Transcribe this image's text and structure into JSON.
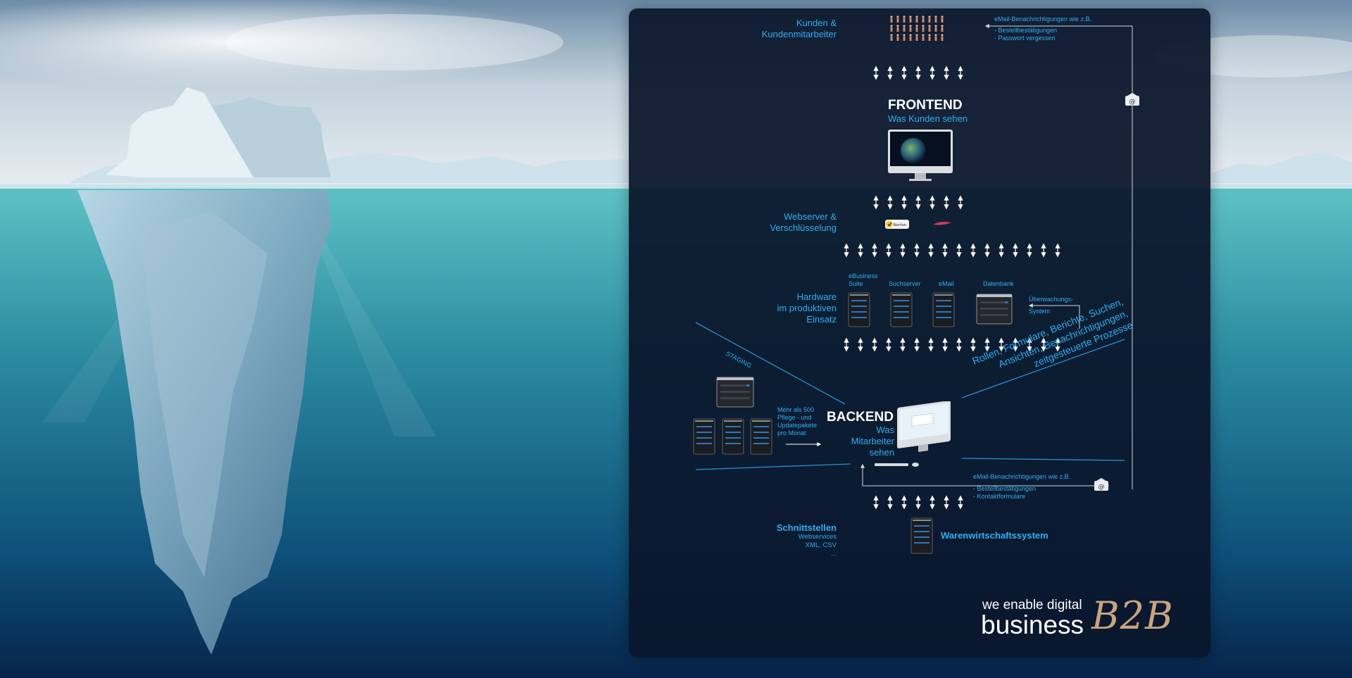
{
  "frontend": {
    "title": "FRONTEND",
    "subtitle": "Was Kunden sehen"
  },
  "backend": {
    "title": "BACKEND",
    "subtitle_lines": [
      "Was",
      "Mitarbeiter",
      "sehen"
    ]
  },
  "labels": {
    "kunden": [
      "Kunden &",
      "Kundenmitarbeiter"
    ],
    "webserver": [
      "Webserver &",
      "Verschlüsselung"
    ],
    "hardware": [
      "Hardware",
      "im produktiven",
      "Einsatz"
    ],
    "schnittstellen": {
      "title": "Schnittstellen",
      "lines": [
        "Webservices",
        "XML, CSV",
        "..."
      ]
    },
    "warenwirtschaft": "Warenwirtschaftssystem"
  },
  "email_top": {
    "title": "eMail-Benachrichtigungen wie z.B.",
    "items": [
      "- Bestellbestätigungen",
      "- Passwort vergessen"
    ]
  },
  "email_bottom": {
    "title": "eMail-Benachrichtigungen wie z.B.",
    "items": [
      "- Bestellbestätigungen",
      "- Kontaktformulare"
    ]
  },
  "servers": {
    "ebusiness": [
      "eBusiness",
      "Suite"
    ],
    "suchserver": "Suchserver",
    "email": "eMail",
    "datenbank": "Datenbank"
  },
  "monitoring": [
    "Überwachungs-",
    "System"
  ],
  "staging": {
    "label": "STAGING",
    "note": [
      "Mehr als 500",
      "Pflege - und",
      "Updatepakete",
      "pro Monat"
    ]
  },
  "features": [
    "Rollen, Formulare, Berichte, Suchen,",
    "Ansichten, Benachrichtigungen,",
    "zeitgesteuerte Prozesse"
  ],
  "norton_badge": "Norton",
  "brand": {
    "line1": "we enable digital",
    "line2": "business",
    "mark": "B2B"
  },
  "colors": {
    "panel": "#0b162c",
    "accent": "#33aef0",
    "brand_mark": "#c9a47e"
  }
}
